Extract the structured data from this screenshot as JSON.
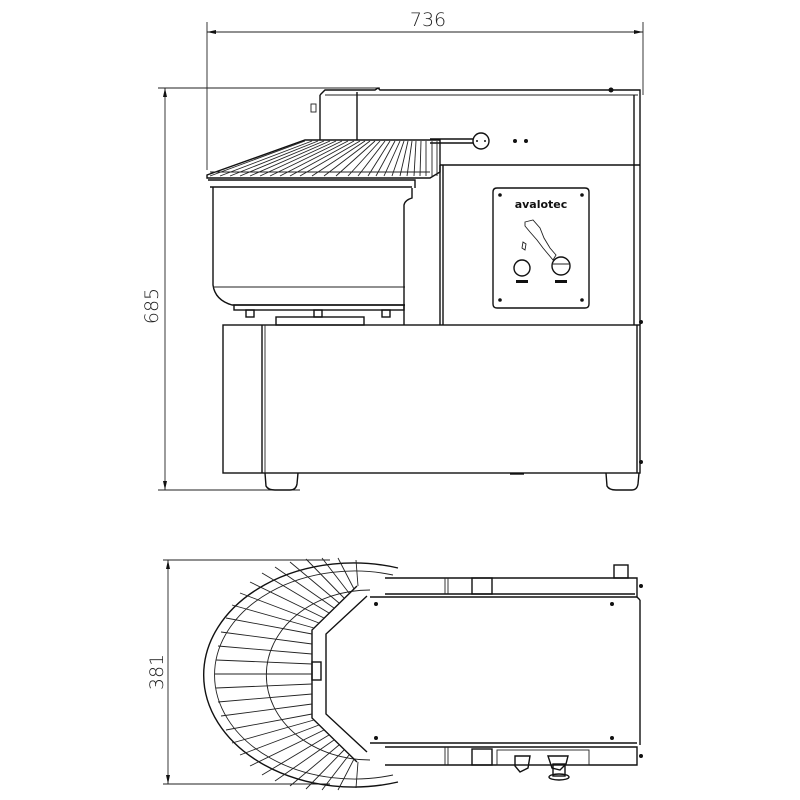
{
  "drawing": {
    "subject": "spiral dough mixer technical drawing",
    "views": [
      "side elevation",
      "top plan"
    ],
    "line_color": "#111111",
    "background": "#ffffff"
  },
  "dimensions": {
    "width": {
      "value": "736",
      "unit": "mm"
    },
    "height": {
      "value": "685",
      "unit": "mm"
    },
    "depth": {
      "value": "381",
      "unit": "mm"
    }
  },
  "control_panel": {
    "brand": "avalotec",
    "map_icon": "italy-map-icon",
    "buttons": [
      "start-button",
      "stop-button"
    ]
  }
}
